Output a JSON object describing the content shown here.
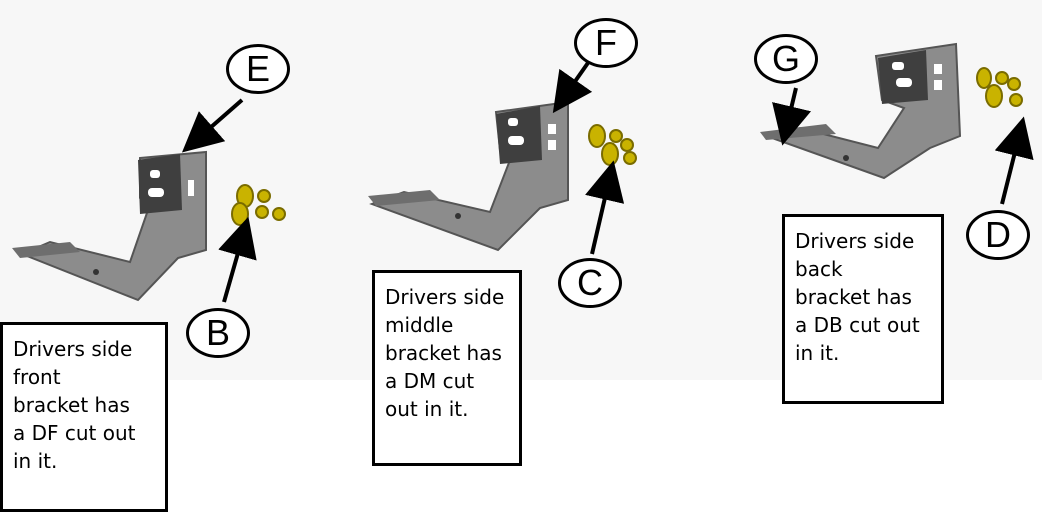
{
  "callouts": {
    "e": "E",
    "f": "F",
    "g": "G",
    "b": "B",
    "c": "C",
    "d": "D"
  },
  "notes": {
    "front": "Drivers side\nfront\nbracket has\na DF cut out\nin it.",
    "middle": "Drivers side\nmiddle\nbracket has\na DM cut\nout in it.",
    "back": "Drivers side\nback\nbracket has\na DB cut out\nin it."
  },
  "colors": {
    "bracket": "#8c8c8c",
    "bracket_dark": "#5e5e5e",
    "washer": "#c9b300"
  }
}
